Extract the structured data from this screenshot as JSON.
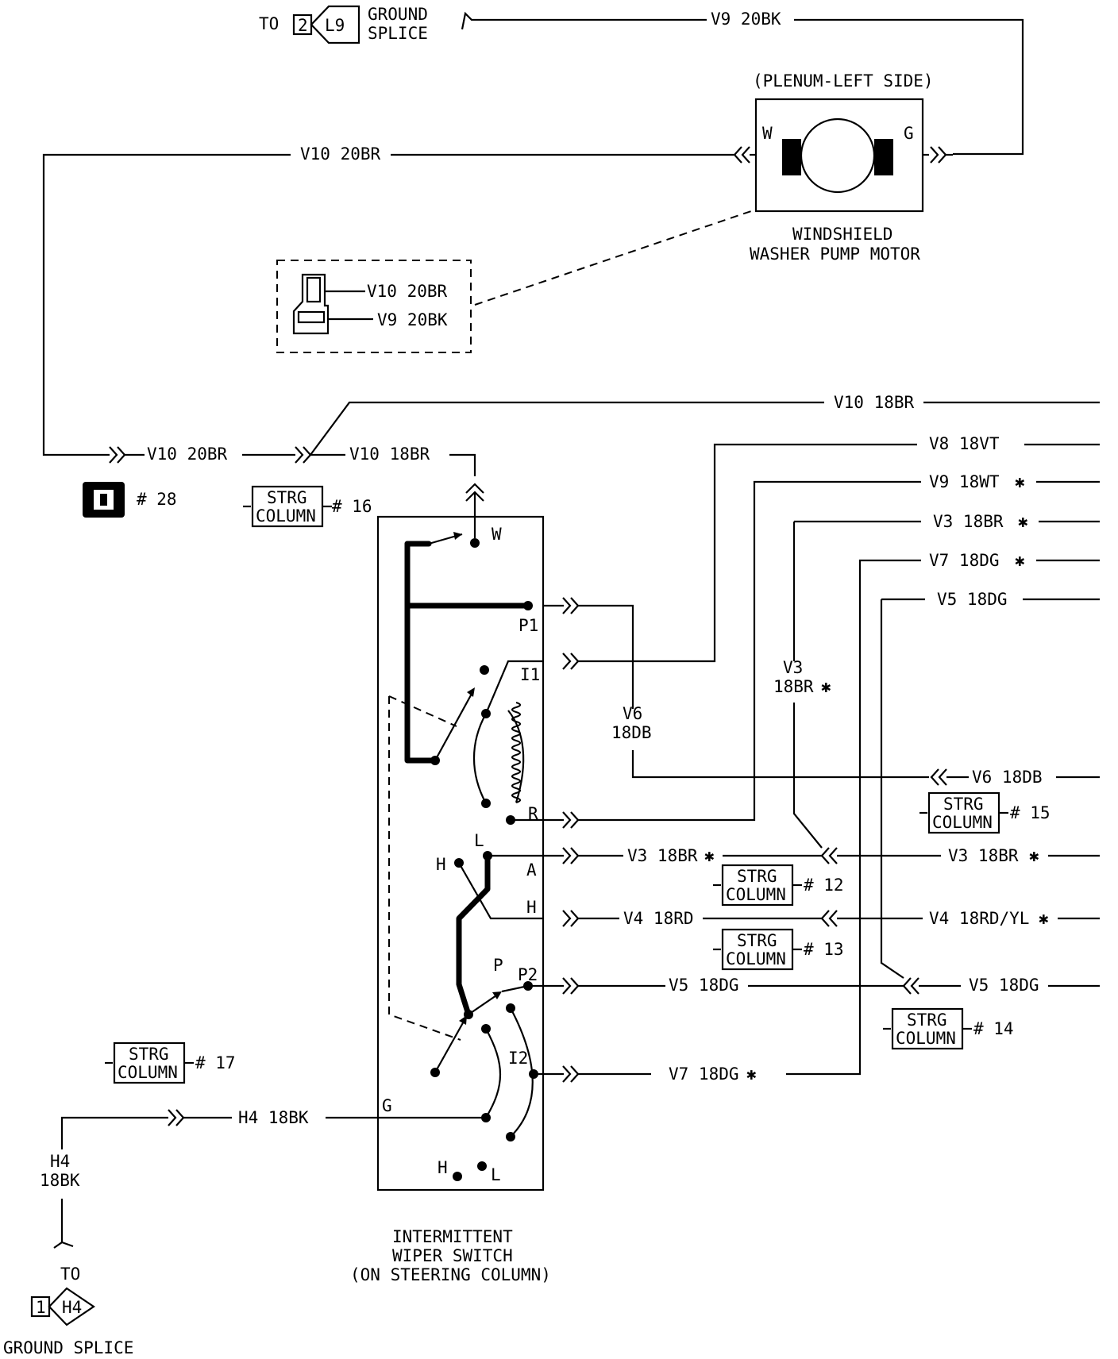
{
  "top_splice": {
    "to": "TO",
    "num": "2",
    "id": "L9",
    "line1": "GROUND",
    "line2": "SPLICE"
  },
  "bottom_splice": {
    "to": "TO",
    "num": "1",
    "id": "H4",
    "line1": "GROUND SPLICE"
  },
  "motor": {
    "location": "(PLENUM-LEFT SIDE)",
    "label1": "WINDSHIELD",
    "label2": "WASHER PUMP MOTOR",
    "pin_w": "W",
    "pin_g": "G"
  },
  "connector_inset": {
    "wire1": "V10 20BR",
    "wire2": "V9 20BK"
  },
  "wires": {
    "v9_20bk": "V9 20BK",
    "v10_20br_top": "V10 20BR",
    "v10_20br_mid": "V10 20BR",
    "v10_18br_a": "V10 18BR",
    "v10_18br_b": "V10 18BR",
    "v8": "V8 18VT",
    "v9_18wt": "V9 18WT",
    "v3_right": "V3 18BR",
    "v7_right": "V7 18DG",
    "v5_right": "V5 18DG",
    "v3_vert_1": "V3",
    "v3_vert_2": "18BR",
    "v6_vert_1": "V6",
    "v6_vert_2": "18DB",
    "v6_right": "V6 18DB",
    "v3_a": "V3 18BR",
    "v3_b": "V3 18BR",
    "v4_a": "V4 18RD",
    "v4_b": "V4 18RD/YL",
    "v5_a": "V5 18DG",
    "v5_b": "V5 18DG",
    "v7_a": "V7 18DG",
    "h4_18bk": "H4 18BK",
    "h4_vert_1": "H4",
    "h4_vert_2": "18BK",
    "star": "✱"
  },
  "strg": {
    "line1": "STRG",
    "line2": "COLUMN",
    "n16": "# 16",
    "n15": "# 15",
    "n12": "# 12",
    "n13": "# 13",
    "n14": "# 14",
    "n17": "# 17"
  },
  "connector_ref": "# 28",
  "switch": {
    "title1": "INTERMITTENT",
    "title2": "WIPER SWITCH",
    "title3": "(ON STEERING COLUMN)",
    "t_w": "W",
    "t_p1": "P1",
    "t_i1": "I1",
    "t_r": "R",
    "t_l": "L",
    "t_h": "H",
    "t_a": "A",
    "t_h2": "H",
    "t_p": "P",
    "t_p2": "P2",
    "t_i2": "I2",
    "t_g": "G",
    "t_h3": "H",
    "t_l3": "L"
  }
}
